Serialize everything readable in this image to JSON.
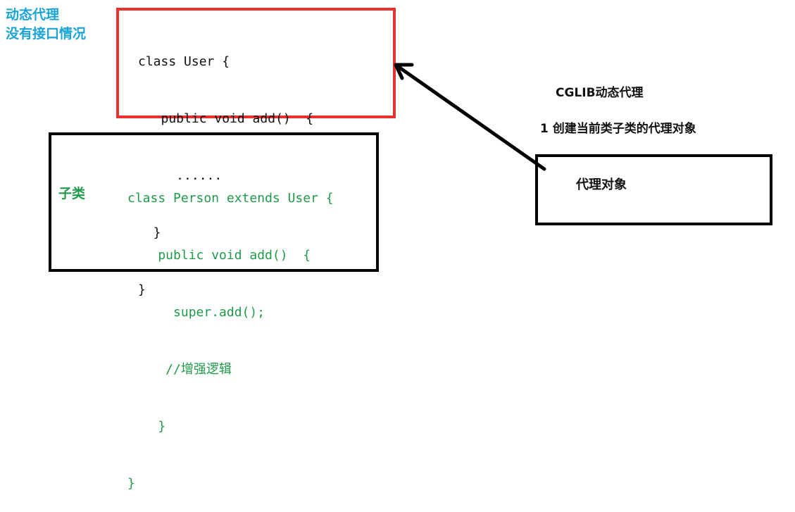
{
  "notes": {
    "title_line1": "动态代理",
    "title_line2": "没有接口情况",
    "subclass_label": "子类"
  },
  "user_class": {
    "lines": [
      "class User {",
      "   public void add()  {",
      "     ......",
      "  }",
      "}"
    ]
  },
  "person_class": {
    "lines": [
      "class Person extends User {",
      "    public void add()  {",
      "      super.add();",
      "     //增强逻辑",
      "    }",
      "}"
    ]
  },
  "cglib": {
    "title": "CGLIB动态代理",
    "step1": "1  创建当前类子类的代理对象"
  },
  "proxy_box": {
    "label": "代理对象"
  },
  "colors": {
    "blue_note": "#1aa3d6",
    "red_box": "#e8302d",
    "green_code": "#1f9a4a",
    "black": "#000000"
  }
}
